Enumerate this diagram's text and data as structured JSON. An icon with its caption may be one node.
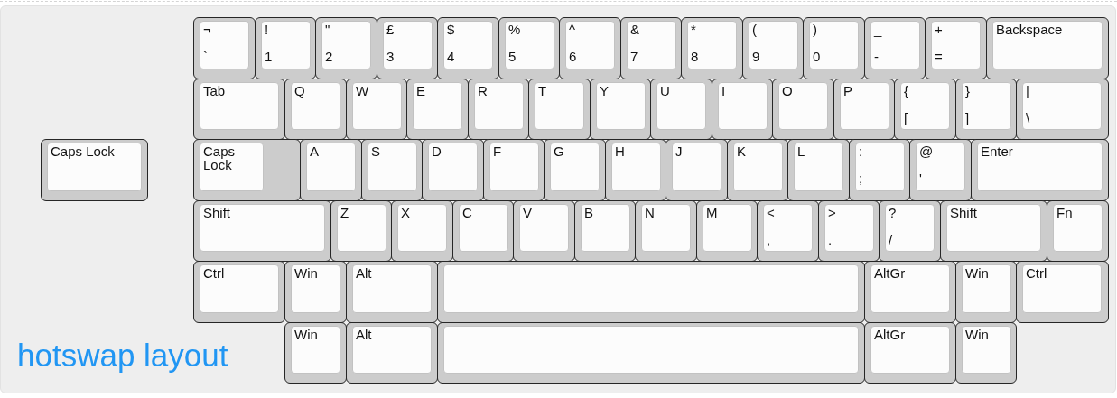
{
  "diagram": {
    "title": "hotswap layout",
    "nodes": [
      {
        "text": [
          "¬",
          "`"
        ]
      },
      {
        "text": [
          "!",
          "1"
        ]
      },
      {
        "text": [
          "\"",
          "2"
        ]
      },
      {
        "text": [
          "£",
          "3"
        ]
      },
      {
        "text": [
          "$",
          "4"
        ]
      },
      {
        "text": [
          "%",
          "5"
        ]
      },
      {
        "text": [
          "^",
          "6"
        ]
      },
      {
        "text": [
          "&",
          "7"
        ]
      },
      {
        "text": [
          "*",
          "8"
        ]
      },
      {
        "text": [
          "(",
          "9"
        ]
      },
      {
        "text": [
          ")",
          "0"
        ]
      },
      {
        "text": [
          "_",
          "-"
        ]
      },
      {
        "text": [
          "+",
          "="
        ]
      },
      {
        "text": [
          "Backspace"
        ]
      },
      {
        "text": [
          "Tab"
        ]
      },
      {
        "text": [
          "Q"
        ]
      },
      {
        "text": [
          "W"
        ]
      },
      {
        "text": [
          "E"
        ]
      },
      {
        "text": [
          "R"
        ]
      },
      {
        "text": [
          "T"
        ]
      },
      {
        "text": [
          "Y"
        ]
      },
      {
        "text": [
          "U"
        ]
      },
      {
        "text": [
          "I"
        ]
      },
      {
        "text": [
          "O"
        ]
      },
      {
        "text": [
          "P"
        ]
      },
      {
        "text": [
          "{",
          "["
        ]
      },
      {
        "text": [
          "}",
          "]"
        ]
      },
      {
        "text": [
          "|",
          "\\"
        ]
      },
      {
        "text": [
          "Caps Lock"
        ]
      },
      {
        "text": [
          "Caps Lock"
        ]
      },
      {
        "text": [
          "A"
        ]
      },
      {
        "text": [
          "S"
        ]
      },
      {
        "text": [
          "D"
        ]
      },
      {
        "text": [
          "F"
        ]
      },
      {
        "text": [
          "G"
        ]
      },
      {
        "text": [
          "H"
        ]
      },
      {
        "text": [
          "J"
        ]
      },
      {
        "text": [
          "K"
        ]
      },
      {
        "text": [
          "L"
        ]
      },
      {
        "text": [
          ":",
          ";"
        ]
      },
      {
        "text": [
          "@",
          "'"
        ]
      },
      {
        "text": [
          "Enter"
        ]
      },
      {
        "text": [
          "Shift"
        ]
      },
      {
        "text": [
          "Z"
        ]
      },
      {
        "text": [
          "X"
        ]
      },
      {
        "text": [
          "C"
        ]
      },
      {
        "text": [
          "V"
        ]
      },
      {
        "text": [
          "B"
        ]
      },
      {
        "text": [
          "N"
        ]
      },
      {
        "text": [
          "M"
        ]
      },
      {
        "text": [
          "<",
          ","
        ]
      },
      {
        "text": [
          ">",
          "."
        ]
      },
      {
        "text": [
          "?",
          "/"
        ]
      },
      {
        "text": [
          "Shift"
        ]
      },
      {
        "text": [
          "Fn"
        ]
      },
      {
        "text": [
          "Ctrl"
        ]
      },
      {
        "text": [
          "Win"
        ]
      },
      {
        "text": [
          "Alt"
        ]
      },
      {
        "text": [],
        "shape": "box"
      },
      {
        "text": [
          "AltGr"
        ]
      },
      {
        "text": [
          "Win"
        ]
      },
      {
        "text": [
          "Ctrl"
        ]
      },
      {
        "text": [
          "Win"
        ]
      },
      {
        "text": [
          "Alt"
        ]
      },
      {
        "text": [],
        "shape": "box"
      },
      {
        "text": [
          "AltGr"
        ]
      },
      {
        "text": [
          "Win"
        ]
      }
    ]
  }
}
